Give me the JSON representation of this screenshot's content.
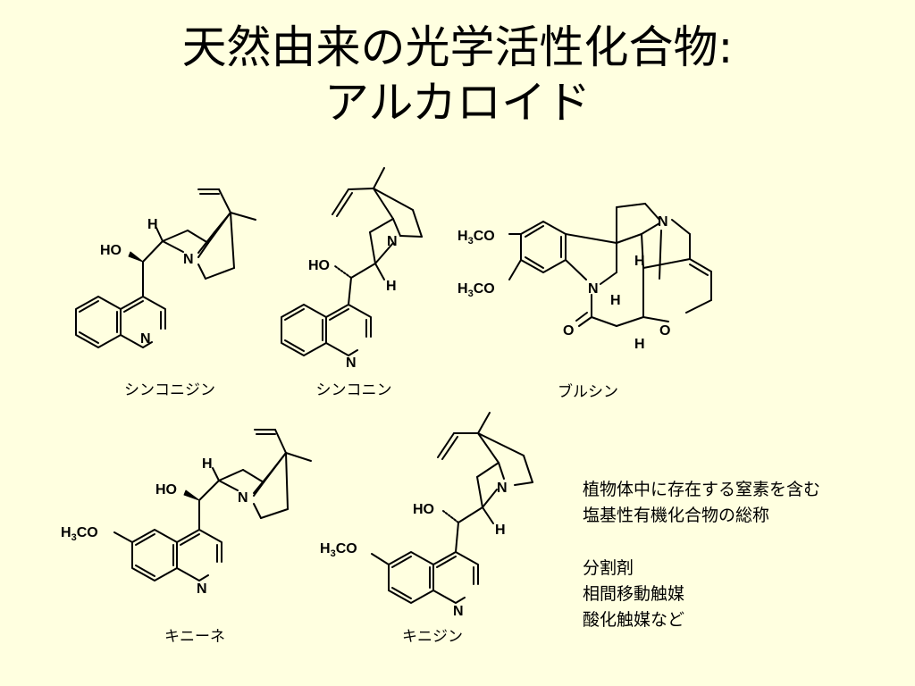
{
  "title": {
    "line1": "天然由来の光学活性化合物:",
    "line2": "アルカロイド"
  },
  "structures": [
    {
      "id": "cinchonidine",
      "name": "シンコニジン"
    },
    {
      "id": "cinchonine",
      "name": "シンコニン"
    },
    {
      "id": "brucine",
      "name": "ブルシン"
    },
    {
      "id": "quinine",
      "name": "キニーネ"
    },
    {
      "id": "quinidine",
      "name": "キニジン"
    }
  ],
  "atom_labels": {
    "N": "N",
    "H": "H",
    "O": "O",
    "HO": "HO",
    "H3CO_h": "H",
    "H3CO_3": "3",
    "H3CO_co": "CO"
  },
  "description": {
    "line1": "植物体中に存在する窒素を含む",
    "line2": "塩基性有機化合物の総称",
    "uses": [
      "分割剤",
      "相間移動触媒",
      "酸化触媒など"
    ]
  }
}
